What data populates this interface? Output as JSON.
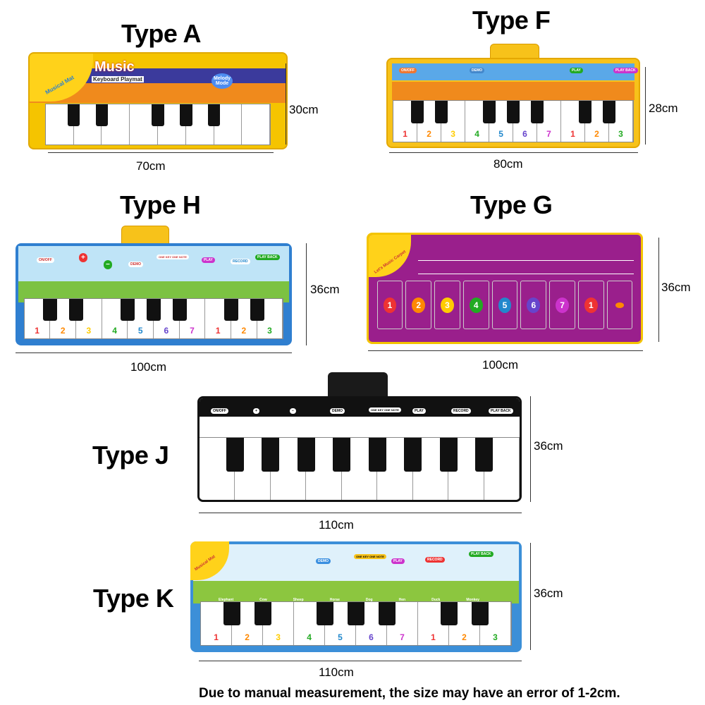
{
  "types": {
    "A": {
      "title": "Type A",
      "height": "30cm",
      "width": "70cm",
      "brand": "Music",
      "subtitle": "Keyboard Playmat",
      "speaker_label": "Musical Mat",
      "mode_labels": [
        "Melody Mode"
      ],
      "colors": {
        "frame": "#f5c400",
        "band": "#3b3a9c",
        "keys_bg": "#ffffff"
      }
    },
    "F": {
      "title": "Type F",
      "height": "28cm",
      "width": "80cm",
      "buttons": [
        "ON/OFF",
        "DEMO",
        "PLAY",
        "PLAY BACK"
      ],
      "key_labels": [
        "1",
        "2",
        "3",
        "4",
        "5",
        "6",
        "7",
        "1",
        "2",
        "3"
      ],
      "colors": {
        "frame": "#f7c21a",
        "band": "#f08a1c"
      }
    },
    "H": {
      "title": "Type H",
      "height": "36cm",
      "width": "100cm",
      "buttons": [
        "ON/OFF",
        "+",
        "−",
        "DEMO",
        "ONE KEY ONE NOTE",
        "PLAY",
        "RECORD",
        "PLAY BACK"
      ],
      "key_labels": [
        "1",
        "2",
        "3",
        "4",
        "5",
        "6",
        "7",
        "1",
        "2",
        "3"
      ],
      "colors": {
        "frame": "#2f7fd0",
        "sky": "#bfe4f7",
        "grass": "#7cc242"
      }
    },
    "G": {
      "title": "Type G",
      "height": "36cm",
      "width": "100cm",
      "speaker_label": "Let's Music Carpet",
      "key_labels": [
        "1",
        "2",
        "3",
        "4",
        "5",
        "6",
        "7",
        "1",
        ""
      ],
      "colors": {
        "frame": "#9a1f8c",
        "border": "#f4c400"
      }
    },
    "J": {
      "title": "Type J",
      "height": "36cm",
      "width": "110cm",
      "buttons": [
        "ON/OFF",
        "+",
        "−",
        "DEMO",
        "ONE KEY ONE NOTE",
        "PLAY",
        "RECORD",
        "PLAY BACK"
      ],
      "colors": {
        "frame": "#111111",
        "keys_bg": "#ffffff"
      }
    },
    "K": {
      "title": "Type K",
      "height": "36cm",
      "width": "110cm",
      "speaker_label": "Musical Mat",
      "buttons": [
        "DEMO",
        "ONE KEY ONE NOTE",
        "PLAY",
        "RECORD",
        "PLAY BACK"
      ],
      "animals": [
        "Elephant",
        "Cow",
        "Sheep",
        "Horse",
        "Dog",
        "Hen",
        "Duck",
        "Monkey"
      ],
      "key_labels": [
        "1",
        "2",
        "3",
        "4",
        "5",
        "6",
        "7",
        "1",
        "2",
        "3"
      ],
      "colors": {
        "frame": "#3c8fd8",
        "sky": "#dff1fb",
        "grass": "#8cc63f"
      }
    }
  },
  "footnote": "Due to manual measurement, the size may have an error of 1-2cm."
}
